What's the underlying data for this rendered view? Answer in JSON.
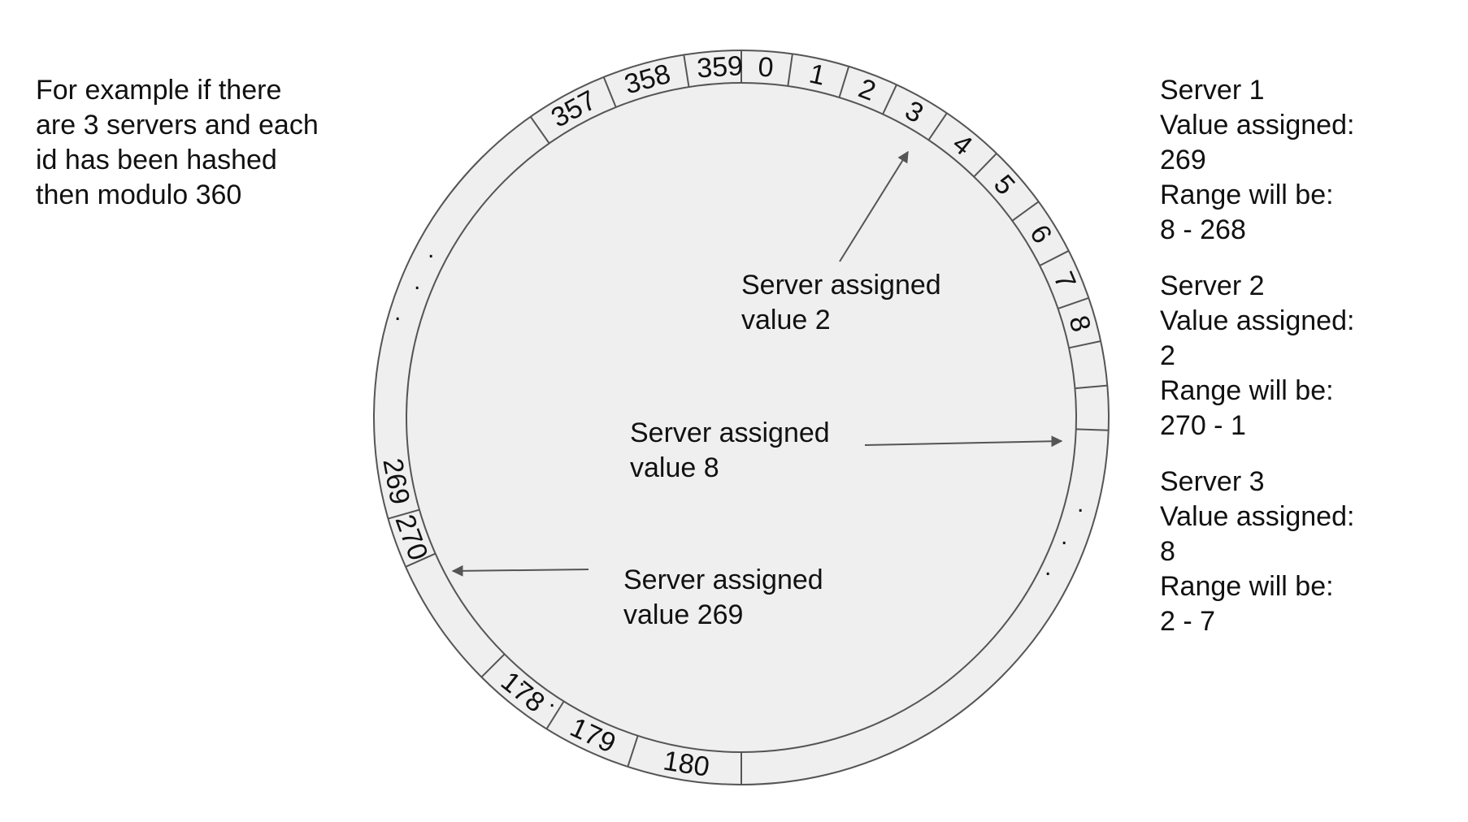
{
  "intro": [
    "For example if there",
    "are 3 servers and each",
    "id has been hashed",
    "then modulo 360"
  ],
  "ring": {
    "labels": [
      "359",
      "0",
      "1",
      "2",
      "3",
      "4",
      "5",
      "6",
      "7",
      "8",
      "358",
      "357",
      "270",
      "269",
      "178",
      "179",
      "180"
    ],
    "ellipsis": ". . ."
  },
  "annotations": [
    {
      "lines": [
        "Server assigned",
        "value 2"
      ]
    },
    {
      "lines": [
        "Server assigned",
        "value 8"
      ]
    },
    {
      "lines": [
        "Server assigned",
        "value 269"
      ]
    }
  ],
  "servers": [
    {
      "name": "Server 1",
      "value_label": "Value assigned:",
      "value": "269",
      "range_label": "Range will be:",
      "range": "8 - 268"
    },
    {
      "name": "Server 2",
      "value_label": "Value assigned:",
      "value": "2",
      "range_label": "Range will be:",
      "range": "270 - 1"
    },
    {
      "name": "Server 3",
      "value_label": "Value assigned:",
      "value": "8",
      "range_label": "Range will be:",
      "range": "2 - 7"
    }
  ],
  "colors": {
    "ring_fill": "#efefef",
    "stroke": "#555555",
    "arrow": "#555555",
    "text": "#111111"
  }
}
